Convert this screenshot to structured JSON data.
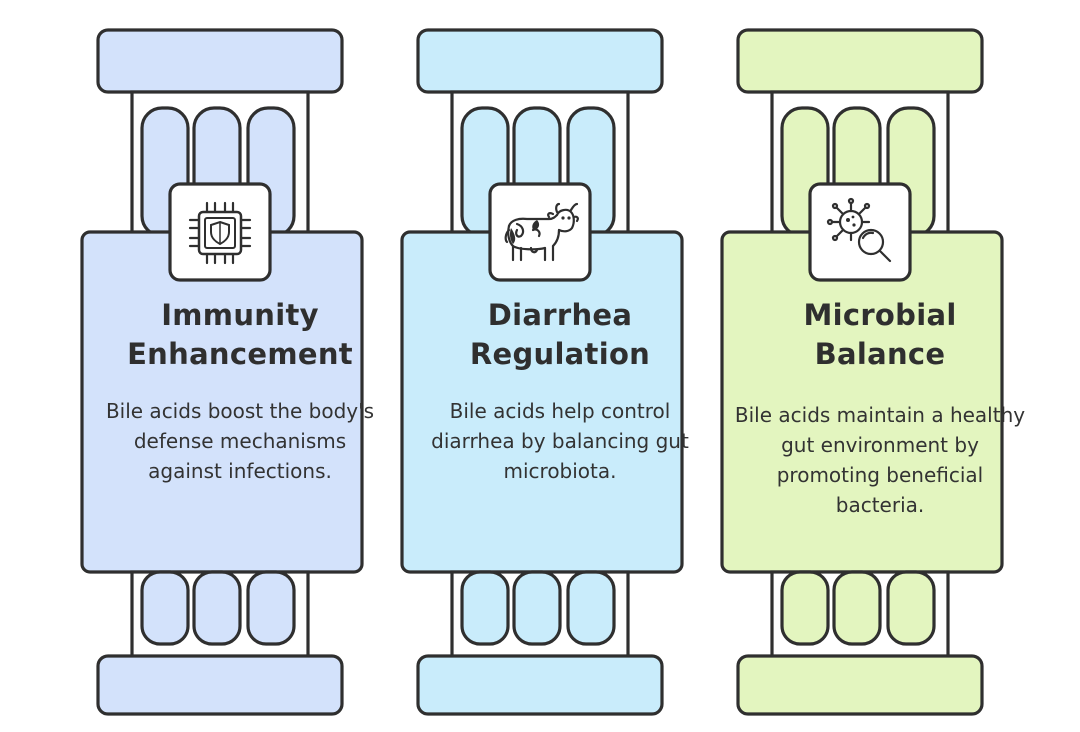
{
  "pillars": [
    {
      "title_line1": "Immunity",
      "title_line2": "Enhancement",
      "description": "Bile acids boost the body's defense mechanisms against infections.",
      "icon": "shield-chip-icon",
      "fill_color": "#d3e2fb"
    },
    {
      "title_line1": "Diarrhea",
      "title_line2": "Regulation",
      "description": "Bile acids help control diarrhea by balancing gut microbiota.",
      "icon": "cow-icon",
      "fill_color": "#c9ecfb"
    },
    {
      "title_line1": "Microbial",
      "title_line2": "Balance",
      "description": "Bile acids maintain a healthy gut environment by promoting beneficial bacteria.",
      "icon": "bacteria-magnifier-icon",
      "fill_color": "#e3f5bf"
    }
  ],
  "colors": {
    "outline": "#2f2f2f",
    "text": "#333333"
  }
}
